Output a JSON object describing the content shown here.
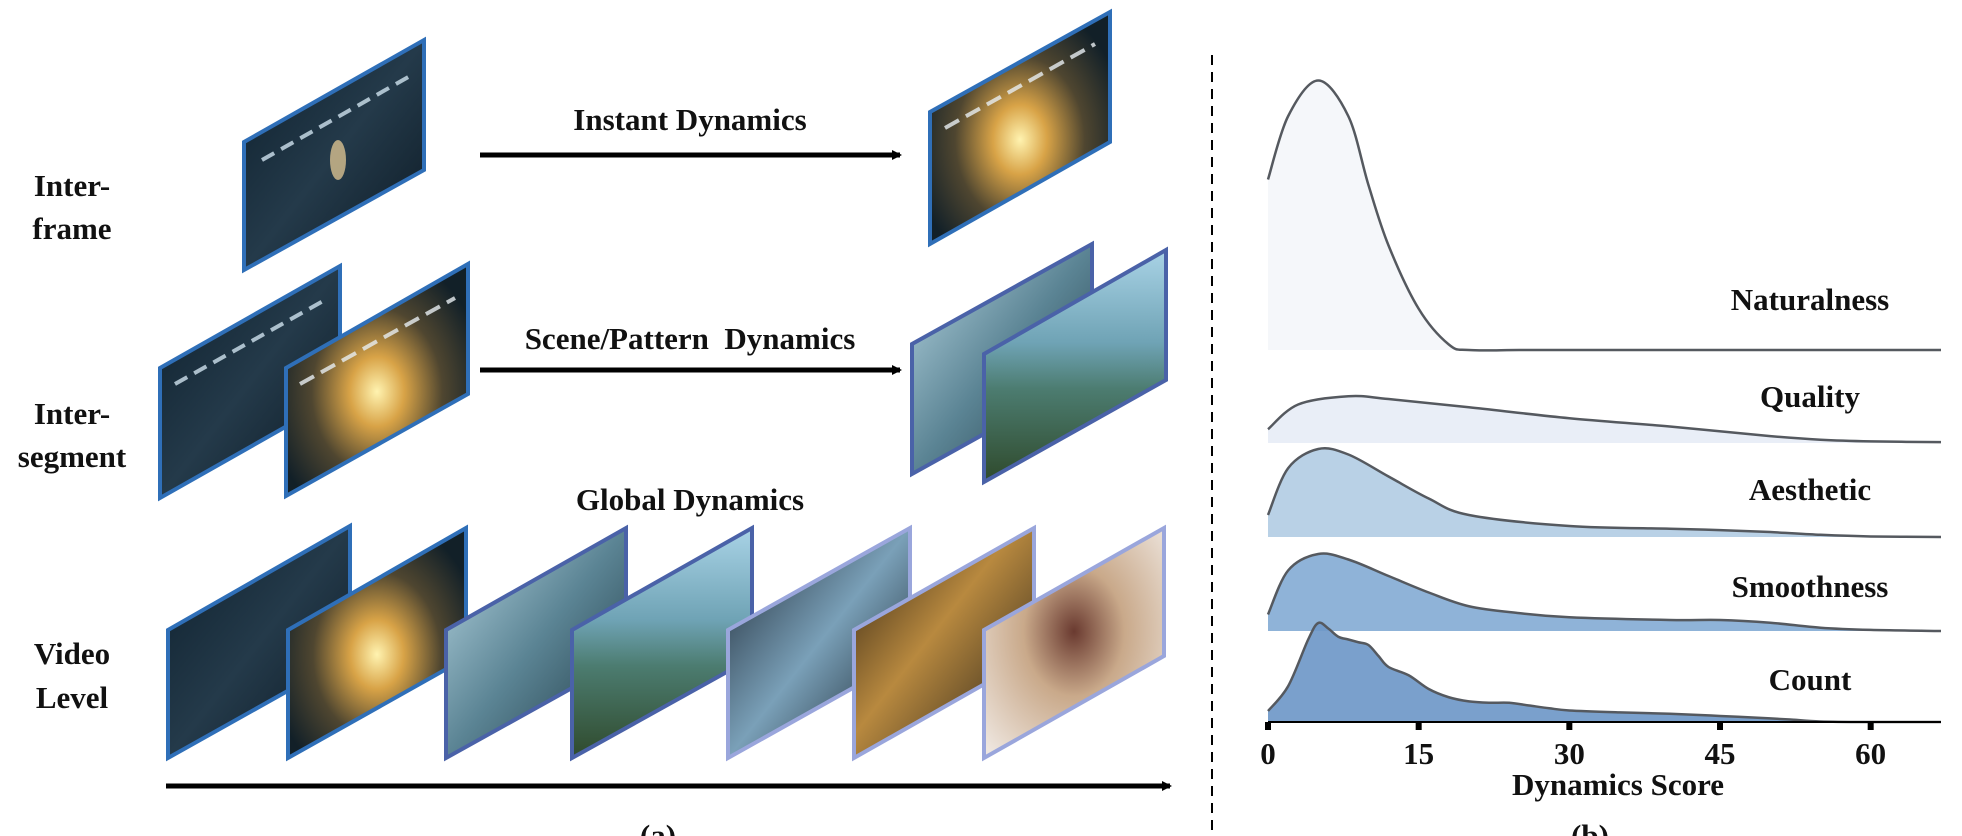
{
  "panel_a": {
    "rows": [
      {
        "label_line1": "Inter-",
        "label_line2": "frame",
        "arrow_label": "Instant Dynamics"
      },
      {
        "label_line1": "Inter-",
        "label_line2": "segment",
        "arrow_label": "Scene/Pattern  Dynamics"
      },
      {
        "label_line1": "Video",
        "label_line2": "Level",
        "arrow_label": "Global Dynamics"
      }
    ],
    "caption": "(a)"
  },
  "panel_b": {
    "caption": "(b)",
    "chart_data": {
      "type": "ridgeline",
      "xlabel": "Dynamics Score",
      "xticks": [
        0,
        15,
        30,
        45,
        60
      ],
      "xlim": [
        0,
        67
      ],
      "series": [
        {
          "name": "Naturalness",
          "color": "#f4f6fa",
          "x": [
            0,
            2,
            5,
            8,
            10,
            12,
            15,
            18,
            20,
            25,
            30,
            40,
            50,
            60,
            67
          ],
          "y": [
            0.62,
            0.85,
            0.98,
            0.85,
            0.6,
            0.38,
            0.15,
            0.02,
            0.0,
            0.0,
            0.0,
            0.0,
            0.0,
            0.0,
            0.0
          ]
        },
        {
          "name": "Quality",
          "color": "#e7edf6",
          "x": [
            0,
            3,
            8,
            12,
            20,
            30,
            40,
            50,
            55,
            60,
            67
          ],
          "y": [
            0.05,
            0.14,
            0.17,
            0.16,
            0.13,
            0.09,
            0.06,
            0.025,
            0.012,
            0.006,
            0.003
          ]
        },
        {
          "name": "Aesthetic",
          "color": "#b3cde4",
          "x": [
            0,
            2,
            5,
            8,
            12,
            16,
            20,
            30,
            40,
            45,
            50,
            55,
            60,
            67
          ],
          "y": [
            0.08,
            0.25,
            0.32,
            0.3,
            0.22,
            0.14,
            0.08,
            0.04,
            0.03,
            0.025,
            0.018,
            0.008,
            0.002,
            0.0
          ]
        },
        {
          "name": "Smoothness",
          "color": "#85acd5",
          "x": [
            0,
            2,
            5,
            8,
            12,
            16,
            20,
            25,
            30,
            40,
            45,
            50,
            55,
            60,
            67
          ],
          "y": [
            0.06,
            0.22,
            0.28,
            0.26,
            0.2,
            0.14,
            0.09,
            0.065,
            0.05,
            0.04,
            0.04,
            0.03,
            0.012,
            0.004,
            0.0
          ]
        },
        {
          "name": "Count",
          "color": "#6f98c8",
          "x": [
            0,
            2,
            4,
            5,
            6,
            7,
            8,
            9,
            10,
            11,
            12,
            14,
            16,
            18,
            20,
            22,
            24,
            26,
            28,
            30,
            35,
            40,
            45,
            50,
            52,
            55,
            60,
            67
          ],
          "y": [
            0.04,
            0.13,
            0.3,
            0.36,
            0.34,
            0.31,
            0.3,
            0.29,
            0.28,
            0.24,
            0.2,
            0.17,
            0.12,
            0.09,
            0.075,
            0.07,
            0.07,
            0.06,
            0.05,
            0.042,
            0.035,
            0.03,
            0.022,
            0.013,
            0.009,
            0.002,
            0.0,
            0.0
          ]
        }
      ]
    }
  },
  "colors": {
    "frame_border_dark": "#2f6fb8",
    "frame_border_mid": "#4a62a8",
    "frame_border_light": "#9aa6dc",
    "line": "#55595f",
    "text": "#111111"
  }
}
